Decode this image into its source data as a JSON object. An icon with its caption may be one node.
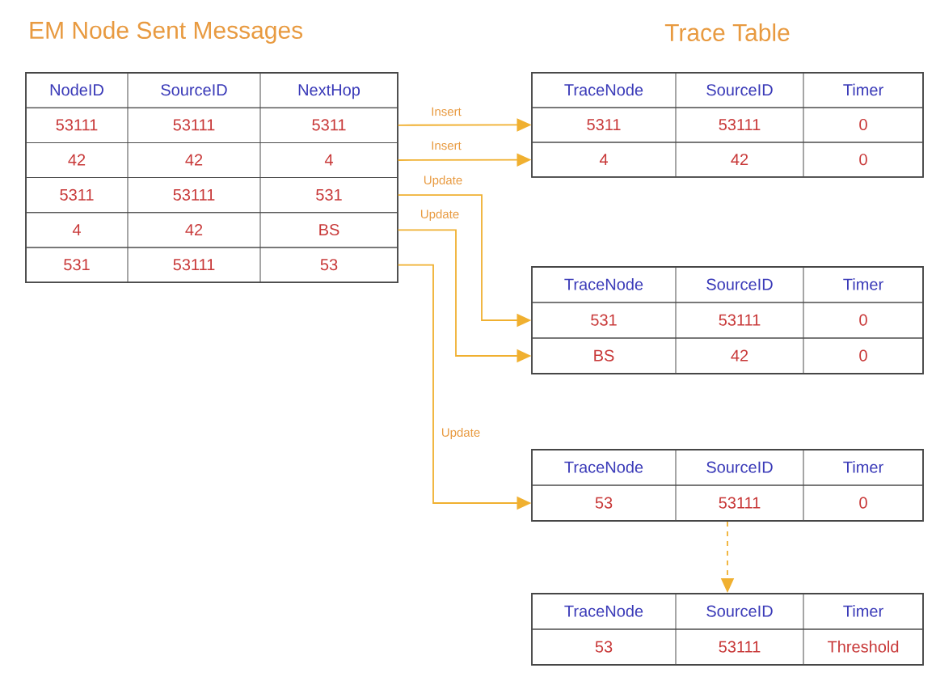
{
  "diagram": {
    "title": "EM Node Sent Messages",
    "nodes": [
      {
        "text": [],
        "shape": "box"
      },
      {
        "text": [
          "NodeID",
          "SourceID",
          "NextHop"
        ],
        "in": 0
      },
      {
        "text": [
          "53111",
          "53111",
          "5311"
        ],
        "in": 0
      },
      {
        "text": [
          "42",
          "42",
          "4"
        ],
        "in": 0
      },
      {
        "text": [
          "5311",
          "53111",
          "531"
        ],
        "in": 0
      },
      {
        "text": [
          "4",
          "42",
          "BS"
        ],
        "in": 0
      },
      {
        "text": [
          "531",
          "53111",
          "53"
        ],
        "in": 0
      },
      {
        "text": [],
        "shape": "box"
      },
      {
        "text": [
          "TraceNode",
          "SourceID",
          "Timer"
        ],
        "in": 7
      },
      {
        "text": [
          "5311",
          "53111",
          "0"
        ],
        "in": 7
      },
      {
        "text": [
          "4",
          "42",
          "0"
        ],
        "in": 7
      },
      {
        "text": [],
        "shape": "box"
      },
      {
        "text": [
          "TraceNode",
          "SourceID",
          "Timer"
        ],
        "in": 11
      },
      {
        "text": [
          "531",
          "53111",
          "0"
        ],
        "in": 11
      },
      {
        "text": [
          "BS",
          "42",
          "0"
        ],
        "in": 11
      },
      {
        "text": [],
        "shape": "box"
      },
      {
        "text": [
          "TraceNode",
          "SourceID",
          "Timer"
        ],
        "in": 15
      },
      {
        "text": [
          "53",
          "53111",
          "0"
        ],
        "in": 15
      },
      {
        "text": [],
        "shape": "box"
      },
      {
        "text": [
          "TraceNode",
          "SourceID",
          "Timer"
        ],
        "in": 18
      },
      {
        "text": [
          "53",
          "53111",
          "Threshold"
        ],
        "in": 18
      }
    ],
    "edges": [
      {
        "from": 2,
        "to": 9,
        "arrow": "to",
        "label": "Insert"
      },
      {
        "from": 3,
        "to": 10,
        "arrow": "to",
        "label": "Insert"
      },
      {
        "from": 4,
        "to": 13,
        "arrow": "to",
        "label": "Update"
      },
      {
        "from": 5,
        "to": 14,
        "arrow": "to",
        "label": "Update"
      },
      {
        "from": 6,
        "to": 17,
        "arrow": "to",
        "label": "Update"
      },
      {
        "from": 15,
        "to": 18,
        "arrow": "to",
        "style": "dashed"
      }
    ],
    "labels": [
      "Trace Table"
    ]
  }
}
